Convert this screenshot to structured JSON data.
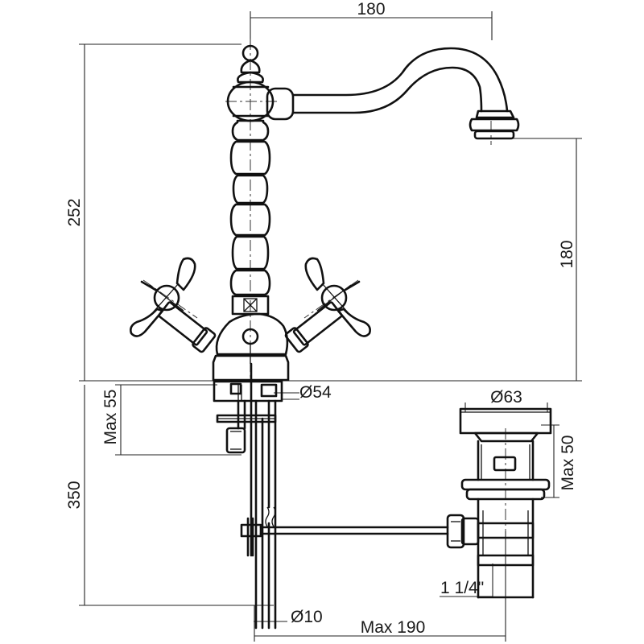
{
  "diagram": {
    "dimensions": {
      "spout_reach": "180",
      "total_height": "252",
      "spout_height": "180",
      "base_diameter": "Ø54",
      "deck_thickness": "Max 55",
      "below_deck_length": "350",
      "waste_top_diameter": "Ø63",
      "waste_max_thickness": "Max 50",
      "waste_thread": "1 1/4\"",
      "rod_diameter": "Ø10",
      "rod_max_distance": "Max 190"
    }
  }
}
